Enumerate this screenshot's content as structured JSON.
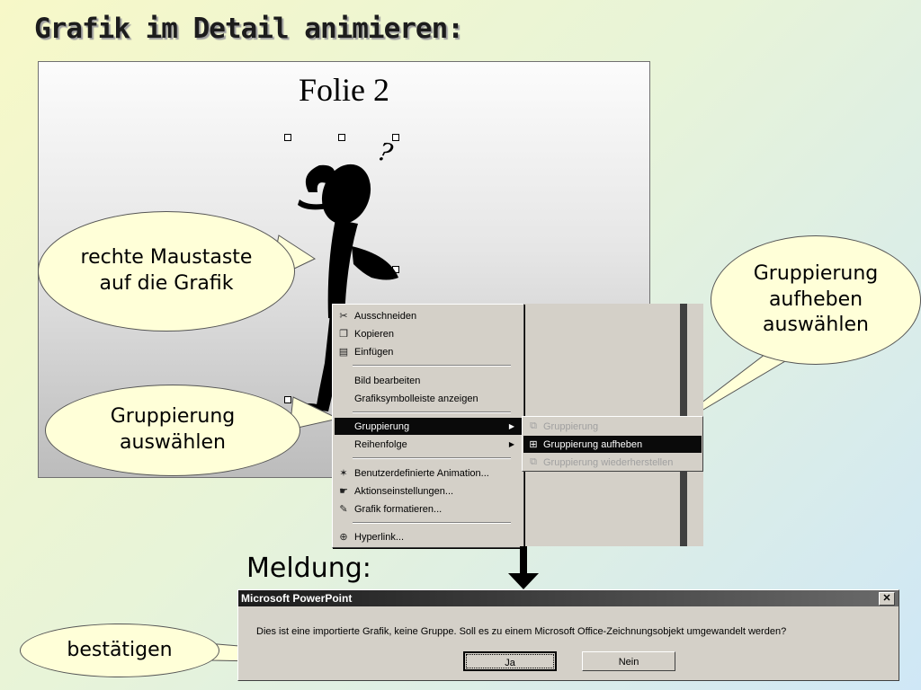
{
  "slide_heading": "Grafik im Detail animieren:",
  "slide": {
    "title": "Folie 2"
  },
  "callouts": {
    "right_click": "rechte Maustaste auf die Grafik",
    "select_group": "Gruppierung auswählen",
    "ungroup": "Gruppierung aufheben auswählen",
    "confirm": "bestätigen"
  },
  "context_menu": {
    "items": [
      {
        "label": "Ausschneiden",
        "icon": "scissors-icon"
      },
      {
        "label": "Kopieren",
        "icon": "copy-icon"
      },
      {
        "label": "Einfügen",
        "icon": "paste-icon"
      },
      {
        "label": "Bild bearbeiten",
        "icon": ""
      },
      {
        "label": "Grafiksymbolleiste anzeigen",
        "icon": ""
      },
      {
        "label": "Gruppierung",
        "icon": ""
      },
      {
        "label": "Reihenfolge",
        "icon": ""
      },
      {
        "label": "Benutzerdefinierte Animation...",
        "icon": "animation-icon"
      },
      {
        "label": "Aktionseinstellungen...",
        "icon": "action-icon"
      },
      {
        "label": "Grafik formatieren...",
        "icon": "format-icon"
      },
      {
        "label": "Hyperlink...",
        "icon": "hyperlink-icon"
      }
    ]
  },
  "submenu": {
    "items": [
      {
        "label": "Gruppierung",
        "state": "disabled"
      },
      {
        "label": "Gruppierung aufheben",
        "state": "active"
      },
      {
        "label": "Gruppierung wiederherstellen",
        "state": "disabled"
      }
    ]
  },
  "meldung_label": "Meldung:",
  "dialog": {
    "title": "Microsoft PowerPoint",
    "message": "Dies ist eine importierte Grafik, keine Gruppe. Soll es zu einem Microsoft Office-Zeichnungsobjekt umgewandelt werden?",
    "yes": "Ja",
    "no": "Nein",
    "close_glyph": "✕"
  }
}
